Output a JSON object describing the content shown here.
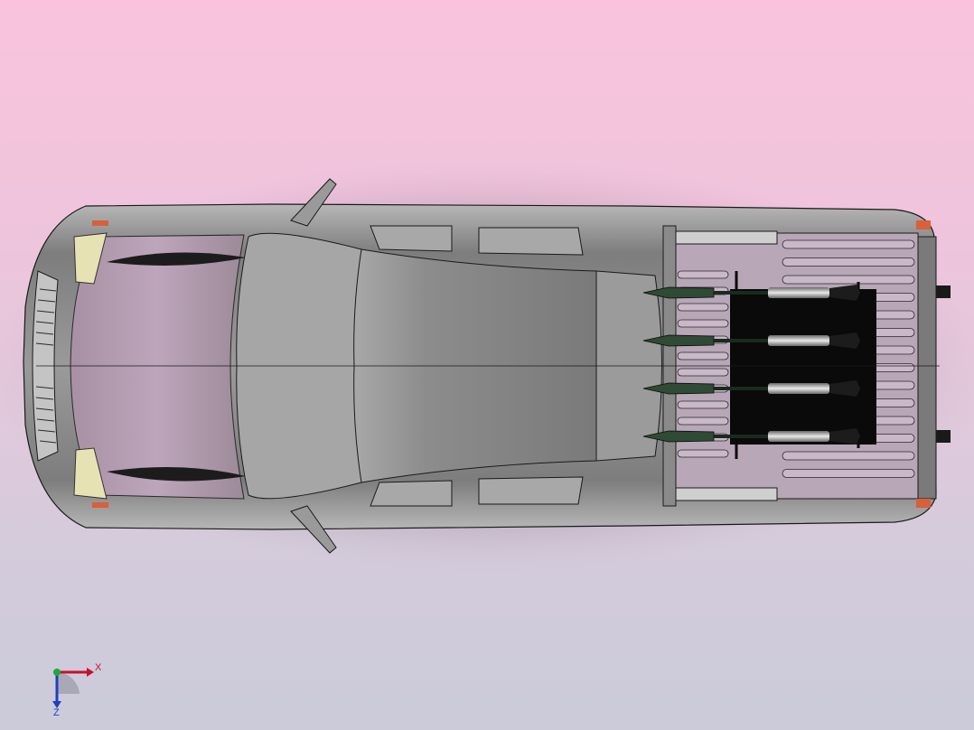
{
  "viewport": {
    "background_top": "#f9c3dd",
    "background_bottom": "#cbcbda"
  },
  "model": {
    "name": "pickup-truck-with-rocket-launcher",
    "body_color": "#8a8a8a",
    "roof_color": "#808080",
    "edge_color": "#1a1a1a",
    "headlight_color": "#e6e2b4",
    "turn_signal_color": "#d8603a",
    "launcher_color": "#0a0a0a",
    "warhead_color": "#2f4a35",
    "rocket_count": 4
  },
  "triad": {
    "x_label": "X",
    "z_label": "Z",
    "x_color": "#c8102e",
    "z_color": "#1f3fbf",
    "y_color": "#1fa83a"
  }
}
